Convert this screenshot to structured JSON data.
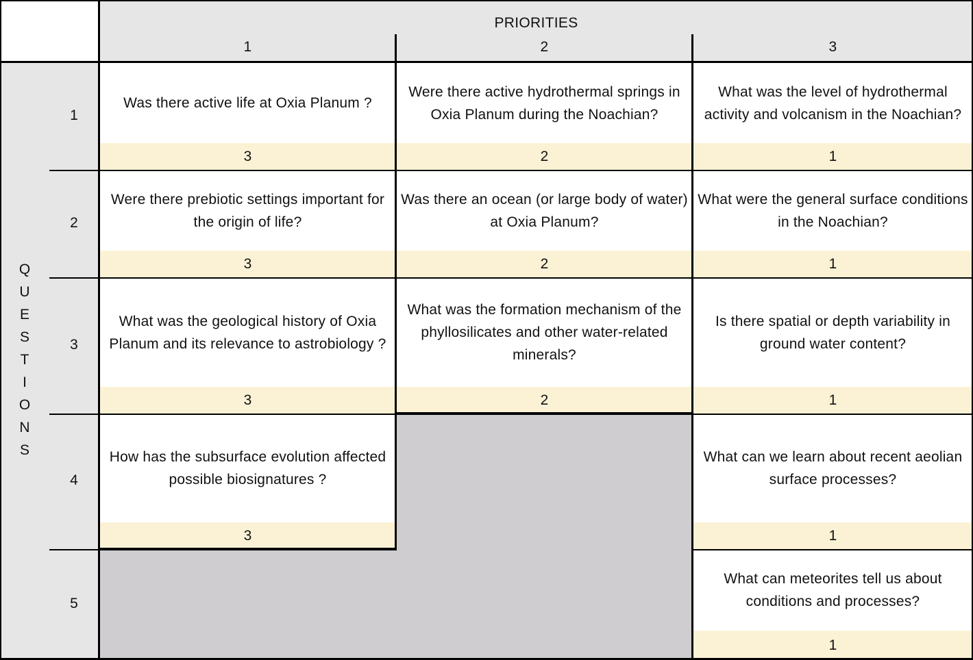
{
  "header": {
    "title": "PRIORITIES",
    "columns": [
      "1",
      "2",
      "3"
    ]
  },
  "side": {
    "letters": [
      "Q",
      "U",
      "E",
      "S",
      "T",
      "I",
      "O",
      "N",
      "S"
    ],
    "rows": [
      "1",
      "2",
      "3",
      "4",
      "5"
    ]
  },
  "cells": {
    "r1c1": {
      "question": "Was there active life at Oxia Planum ?",
      "score": "3"
    },
    "r1c2": {
      "question": "Were there active hydrothermal springs in Oxia Planum during the Noachian?",
      "score": "2"
    },
    "r1c3": {
      "question": "What was the level of hydrothermal activity and volcanism in the Noachian?",
      "score": "1"
    },
    "r2c1": {
      "question": "Were there prebiotic settings important for the origin of life?",
      "score": "3"
    },
    "r2c2": {
      "question": "Was there an ocean (or large body of water) at Oxia Planum?",
      "score": "2"
    },
    "r2c3": {
      "question": "What were the general surface conditions in the Noachian?",
      "score": "1"
    },
    "r3c1": {
      "question": "What was the geological history of Oxia Planum and its relevance to astrobiology ?",
      "score": "3"
    },
    "r3c2": {
      "question": "What was the formation mechanism of the phyllosilicates and other water-related minerals?",
      "score": "2"
    },
    "r3c3": {
      "question": "Is there spatial or depth variability in ground water content?",
      "score": "1"
    },
    "r4c1": {
      "question": "How has the subsurface evolution affected possible biosignatures ?",
      "score": "3"
    },
    "r4c3": {
      "question": "What can we learn about recent aeolian surface processes?",
      "score": "1"
    },
    "r5c3": {
      "question": "What can meteorites tell us about conditions and processes?",
      "score": "1"
    }
  },
  "colors": {
    "header_gray": "#e6e6e6",
    "empty_gray": "#cfcdcf",
    "score_band": "#fbf2d6",
    "border": "#000000"
  }
}
